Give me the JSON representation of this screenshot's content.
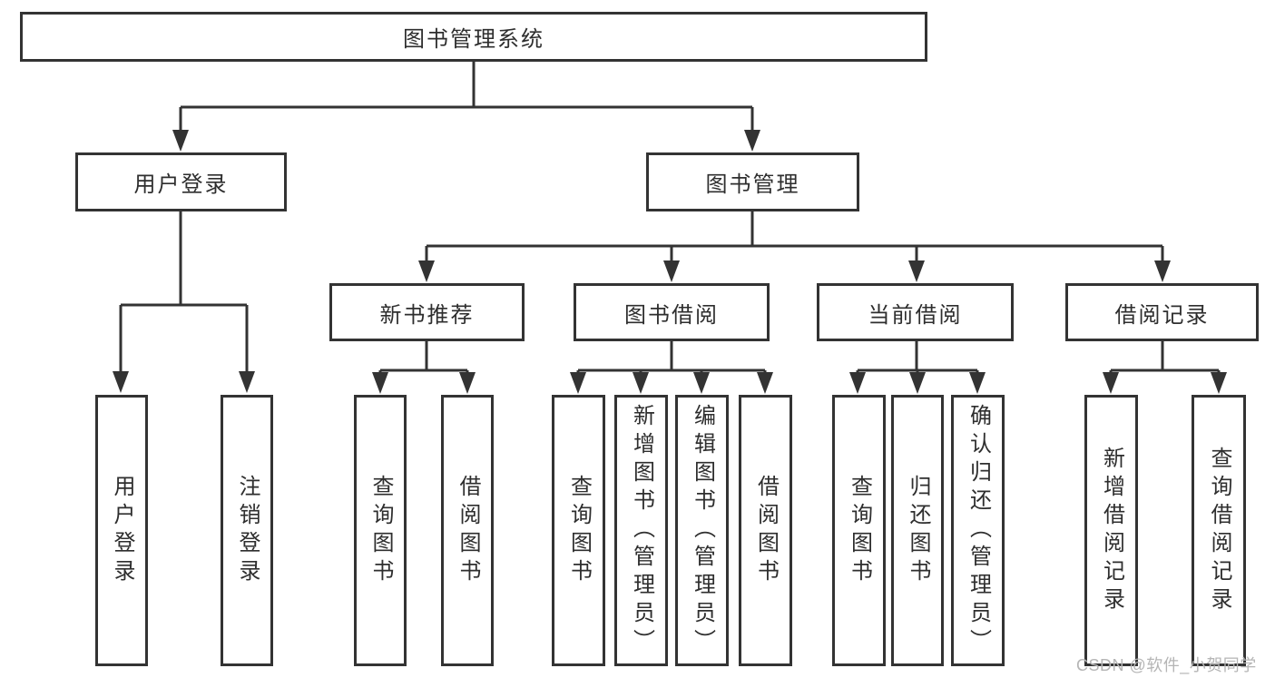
{
  "diagram": {
    "root": {
      "label": "图书管理系统"
    },
    "branches": {
      "user_login": {
        "label": "用户登录"
      },
      "book_management": {
        "label": "图书管理"
      }
    },
    "modules": {
      "new_book_recommend": {
        "label": "新书推荐"
      },
      "book_borrowing": {
        "label": "图书借阅"
      },
      "current_borrowing": {
        "label": "当前借阅"
      },
      "borrowing_records": {
        "label": "借阅记录"
      }
    },
    "leaves": {
      "user_login": {
        "label": "用户登录"
      },
      "logout": {
        "label": "注销登录"
      },
      "query_books_recommend": {
        "label": "查询图书"
      },
      "borrow_books_recommend": {
        "label": "借阅图书"
      },
      "query_books_borrowing": {
        "label": "查询图书"
      },
      "add_books_admin": {
        "label": "新增图书（管理员）"
      },
      "edit_books_admin": {
        "label": "编辑图书（管理员）"
      },
      "borrow_books_borrowing": {
        "label": "借阅图书"
      },
      "query_books_current": {
        "label": "查询图书"
      },
      "return_books": {
        "label": "归还图书"
      },
      "confirm_return_admin": {
        "label": "确认归还（管理员）"
      },
      "add_borrow_record": {
        "label": "新增借阅记录"
      },
      "query_borrow_record": {
        "label": "查询借阅记录"
      }
    }
  },
  "watermark": {
    "text": "CSDN @软件_小贺同学"
  },
  "colors": {
    "line": "#333333",
    "text": "#2e2e2e",
    "box_background": "#ffffff",
    "watermark": "#b5b5b5",
    "page_background": "#ffffff"
  }
}
